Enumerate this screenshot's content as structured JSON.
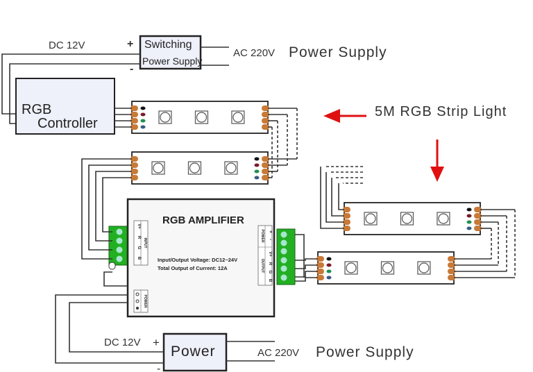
{
  "title": "RGB LED strip wiring diagram with RGB amplifier",
  "top_supply": {
    "dc_label": "DC 12V",
    "plus": "+",
    "minus": "-",
    "box_line1": "Switching",
    "box_line2": "Power Supply",
    "ac_label": "AC 220V",
    "supply_label": "Power Supply"
  },
  "controller": {
    "line1": "RGB",
    "line2": "Controller"
  },
  "strip_callout": {
    "label": "5M RGB Strip Light",
    "arrow_color": "#e01010"
  },
  "amplifier": {
    "title": "RGB AMPLIFIER",
    "spec1": "Input/Output Voltage: DC12~24V",
    "spec2": "Total Output of Current: 12A",
    "input_label": "INPUT",
    "input_pins": [
      "V+",
      "R",
      "G",
      "B"
    ],
    "output_label": "OUTPUT",
    "output_pins": [
      "B",
      "G",
      "R",
      "V+"
    ],
    "output_power_label": "POWER",
    "output_power_pins": [
      "+",
      "-"
    ],
    "power_label": "POWER",
    "power_pins": [
      "-",
      "+"
    ]
  },
  "bottom_supply": {
    "dc_label": "DC 12V",
    "plus": "+",
    "minus": "-",
    "box_label": "Power",
    "ac_label": "AC 220V",
    "supply_label": "Power Supply"
  },
  "colors": {
    "wire": "#333333",
    "pad": "#c87a38",
    "terminal_green": "#22b022",
    "terminal_hole": "#a8e6d0",
    "box_fill": "#eef0fa",
    "pin_black": "#111111",
    "pin_red": "#7a1a2a",
    "pin_green": "#1e9050",
    "pin_blue": "#3a5a80"
  }
}
